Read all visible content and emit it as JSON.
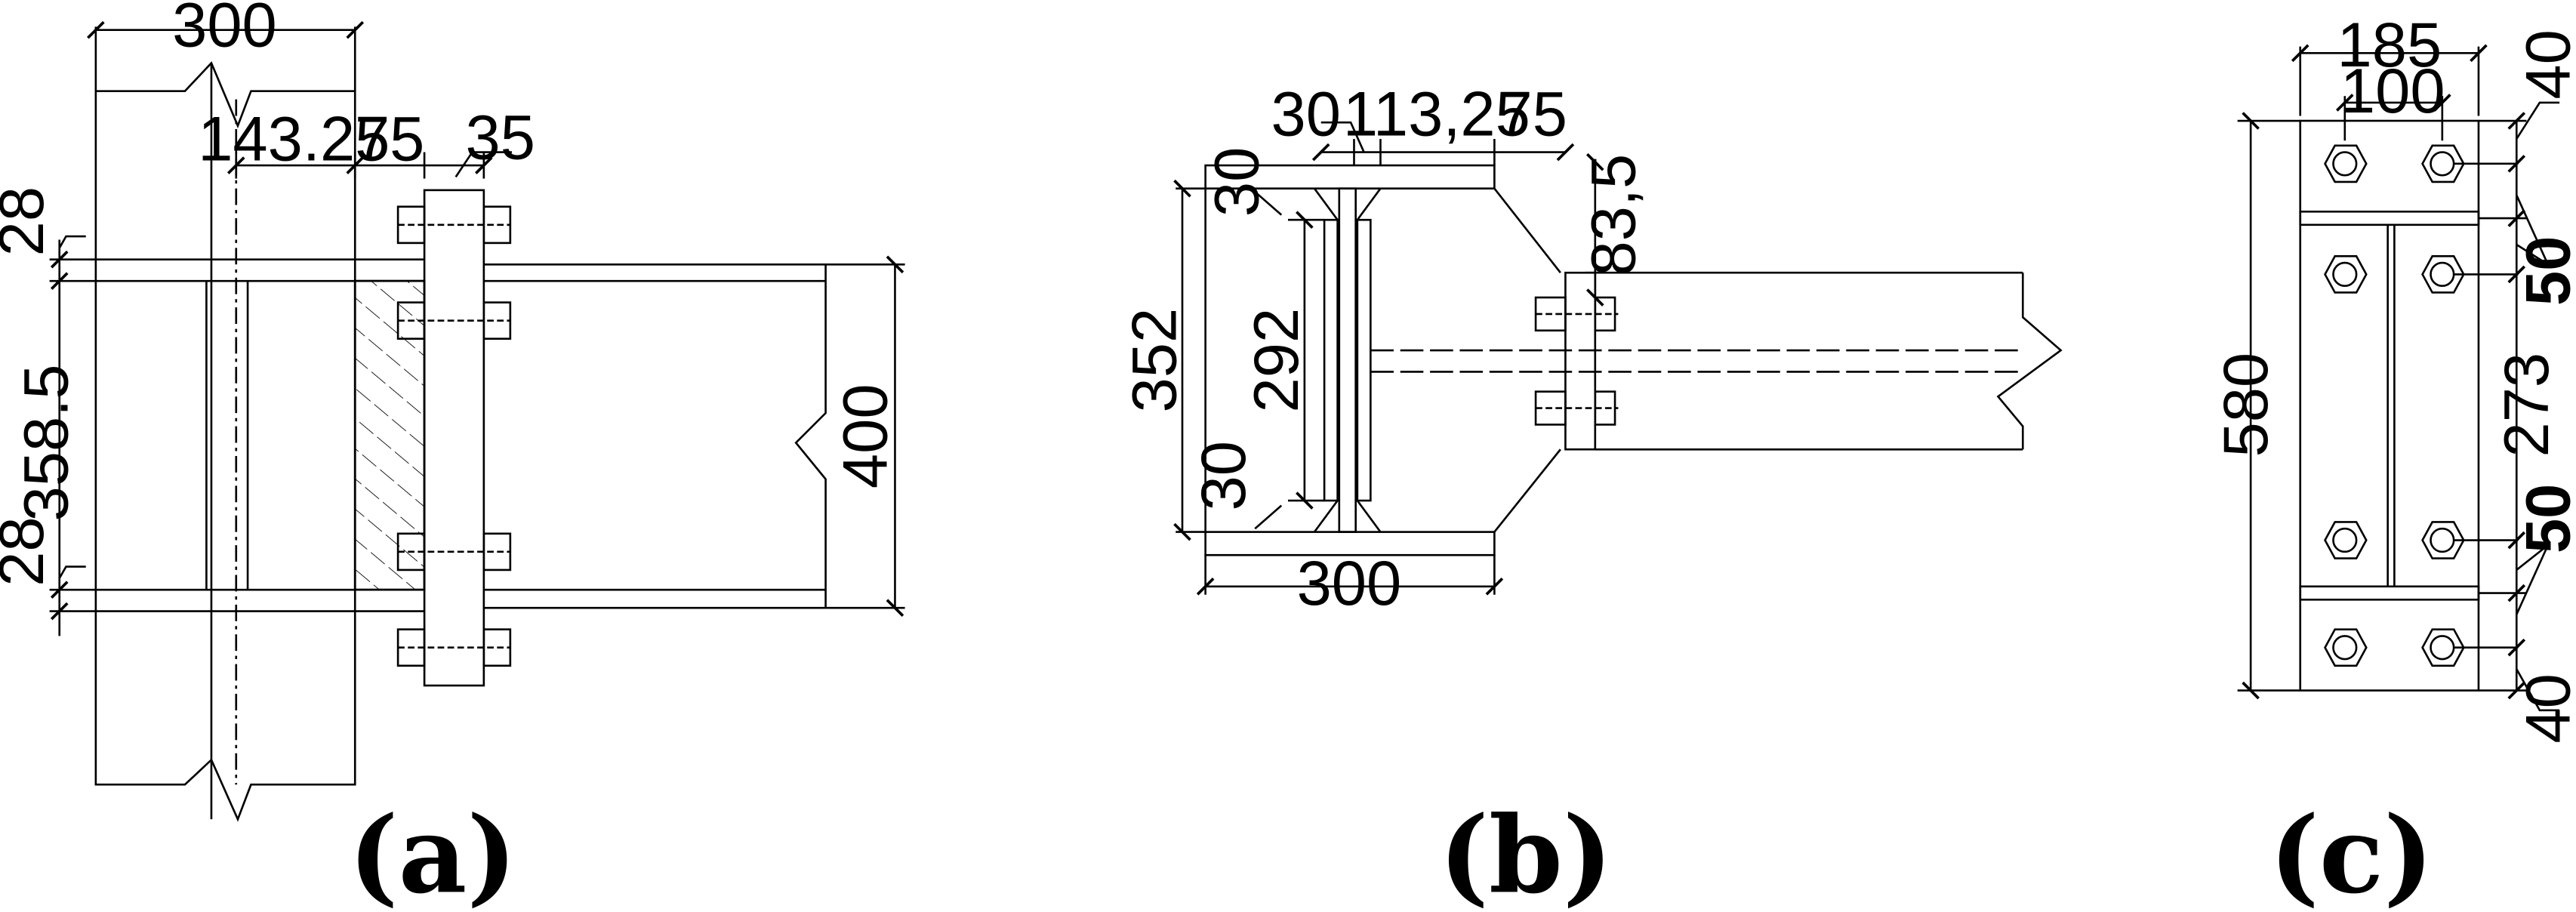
{
  "panels": {
    "a": {
      "caption": "(a)",
      "dims": {
        "width": "300",
        "gap1": "143.25",
        "gap2": "75",
        "plate": "35",
        "flange_top": "28",
        "mid": "358.5",
        "flange_bot": "28",
        "depth": "400"
      }
    },
    "b": {
      "caption": "(b)",
      "dims": {
        "d1": "30",
        "d2": "113,25",
        "d3": "75",
        "d4": "83,5",
        "h_outer": "352",
        "h_inner": "292",
        "t_top": "30",
        "t_bot": "30",
        "width": "300"
      }
    },
    "c": {
      "caption": "(c)",
      "dims": {
        "width": "185",
        "gauge": "100",
        "edge_top": "40",
        "s_top": "50",
        "height": "580",
        "mid": "273",
        "s_bot": "50",
        "edge_bot": "40"
      }
    }
  },
  "colors": {
    "line": "#000000",
    "background": "#ffffff"
  }
}
